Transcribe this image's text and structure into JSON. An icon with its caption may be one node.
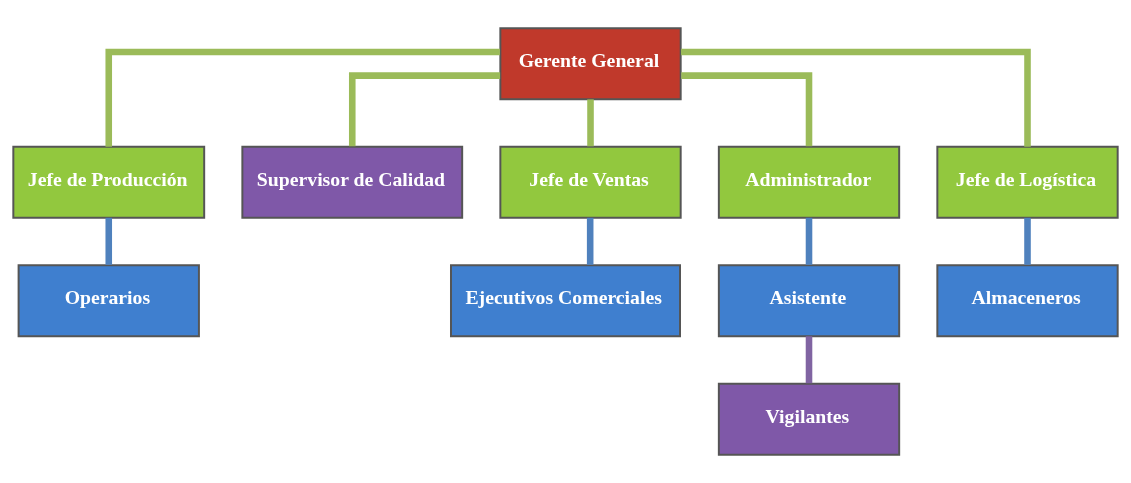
{
  "diagram": {
    "nodes": [
      {
        "text": [
          "Gerente General"
        ]
      },
      {
        "text": [
          "Jefe de Producción"
        ]
      },
      {
        "text": [
          "Supervisor de Calidad"
        ]
      },
      {
        "text": [
          "Jefe de Ventas"
        ]
      },
      {
        "text": [
          "Administrador"
        ]
      },
      {
        "text": [
          "Jefe de Logística"
        ]
      },
      {
        "text": [
          "Operarios"
        ]
      },
      {
        "text": [
          "Ejecutivos Comerciales"
        ]
      },
      {
        "text": [
          "Asistente"
        ]
      },
      {
        "text": [
          "Vigilantes"
        ]
      },
      {
        "text": [
          "Almaceneros"
        ]
      }
    ],
    "edges": [
      {
        "from": 0,
        "to": 1,
        "arrow": "none"
      },
      {
        "from": 0,
        "to": 2,
        "arrow": "none"
      },
      {
        "from": 0,
        "to": 3,
        "arrow": "none"
      },
      {
        "from": 0,
        "to": 4,
        "arrow": "none"
      },
      {
        "from": 0,
        "to": 5,
        "arrow": "none"
      },
      {
        "from": 1,
        "to": 6,
        "arrow": "none",
        "color": "#4f81bd"
      },
      {
        "from": 3,
        "to": 7,
        "arrow": "none",
        "color": "#4f81bd"
      },
      {
        "from": 4,
        "to": 8,
        "arrow": "none",
        "color": "#4f81bd"
      },
      {
        "from": 8,
        "to": 9,
        "arrow": "none",
        "color": "#8064a2"
      },
      {
        "from": 5,
        "to": 10,
        "arrow": "none",
        "color": "#4f81bd"
      }
    ]
  }
}
